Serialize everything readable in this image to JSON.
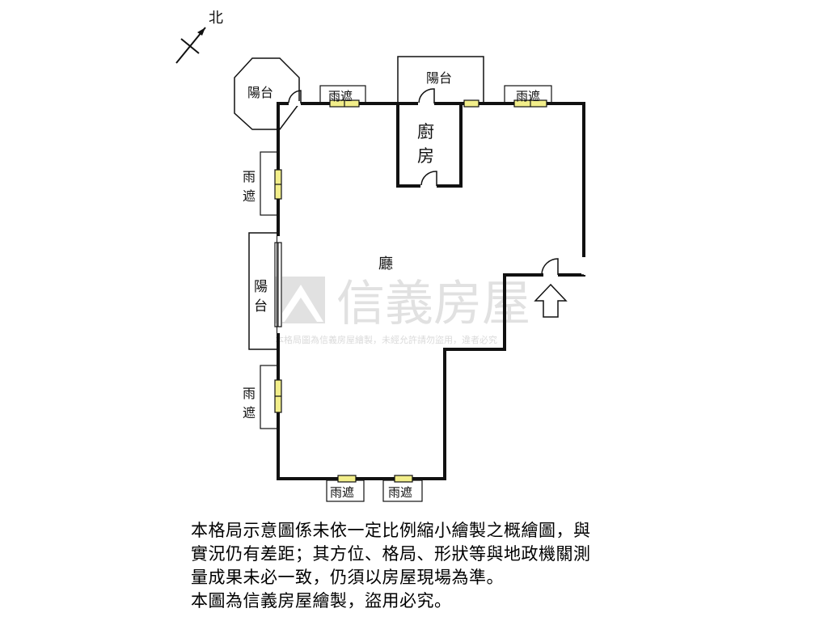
{
  "compass": {
    "label": "北"
  },
  "rooms": {
    "living": "廳",
    "kitchen_line1": "廚",
    "kitchen_line2": "房"
  },
  "balconies": {
    "nw": "陽台",
    "north": "陽台",
    "west_line1": "陽",
    "west_line2": "台"
  },
  "awnings": {
    "horizontal": "雨遮",
    "vertical_line1": "雨",
    "vertical_line2": "遮"
  },
  "watermark": {
    "brand": "信義房屋",
    "notice": "本格局圖為信義房屋繪製，未經允許請勿盜用，違者必究"
  },
  "disclaimer": {
    "line1": "本格局示意圖係未依一定比例縮小繪製之概繪圖，與",
    "line2": "實況仍有差距；其方位、格局、形狀等與地政機關測",
    "line3": "量成果未必一致，仍須以房屋現場為準。",
    "line4": "本圖為信義房屋繪製，盜用必究。"
  },
  "colors": {
    "wall": "#111111",
    "window": "#f2ee8a",
    "watermark": "#c9c9c9"
  }
}
